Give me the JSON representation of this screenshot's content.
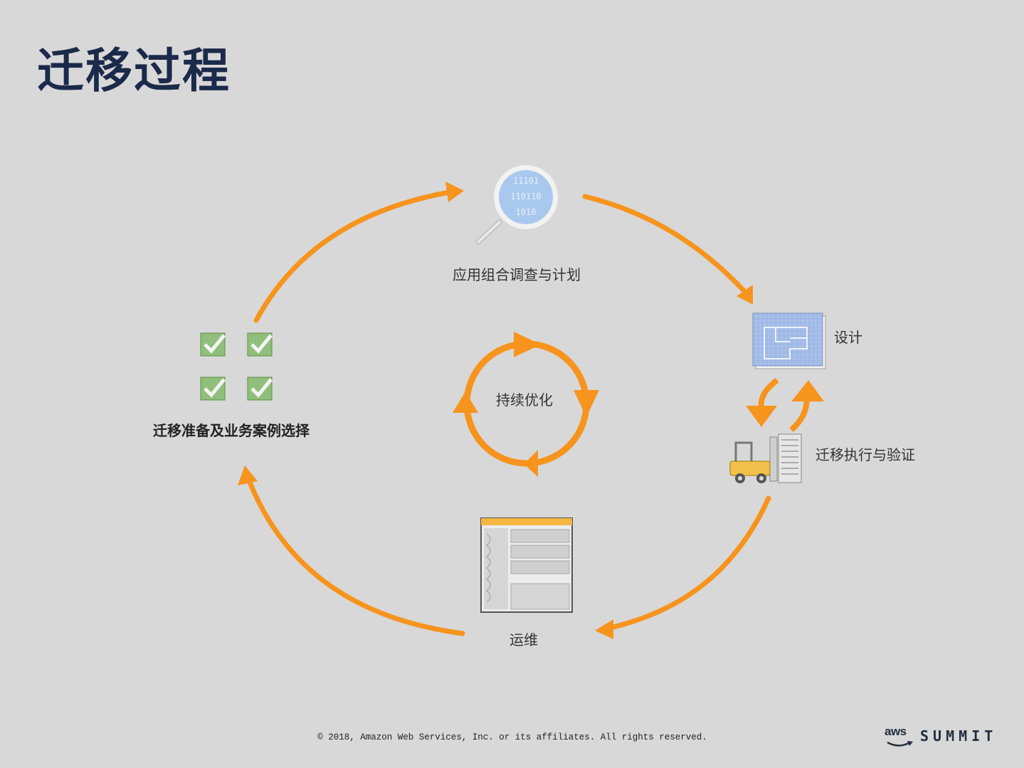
{
  "slide": {
    "title": "迁移过程"
  },
  "diagram": {
    "nodes": {
      "survey": "应用组合调查与计划",
      "design": "设计",
      "migrate": "迁移执行与验证",
      "operate": "运维",
      "prepare": "迁移准备及业务案例选择",
      "optimize": "持续优化"
    },
    "colors": {
      "arrow": "#f7941d",
      "background": "#d8d8d8",
      "title": "#1b2a4a"
    }
  },
  "footer": {
    "copyright": "© 2018, Amazon Web Services, Inc. or its affiliates. All rights reserved.",
    "logo_aws": "aws",
    "logo_summit": "SUMMIT"
  }
}
